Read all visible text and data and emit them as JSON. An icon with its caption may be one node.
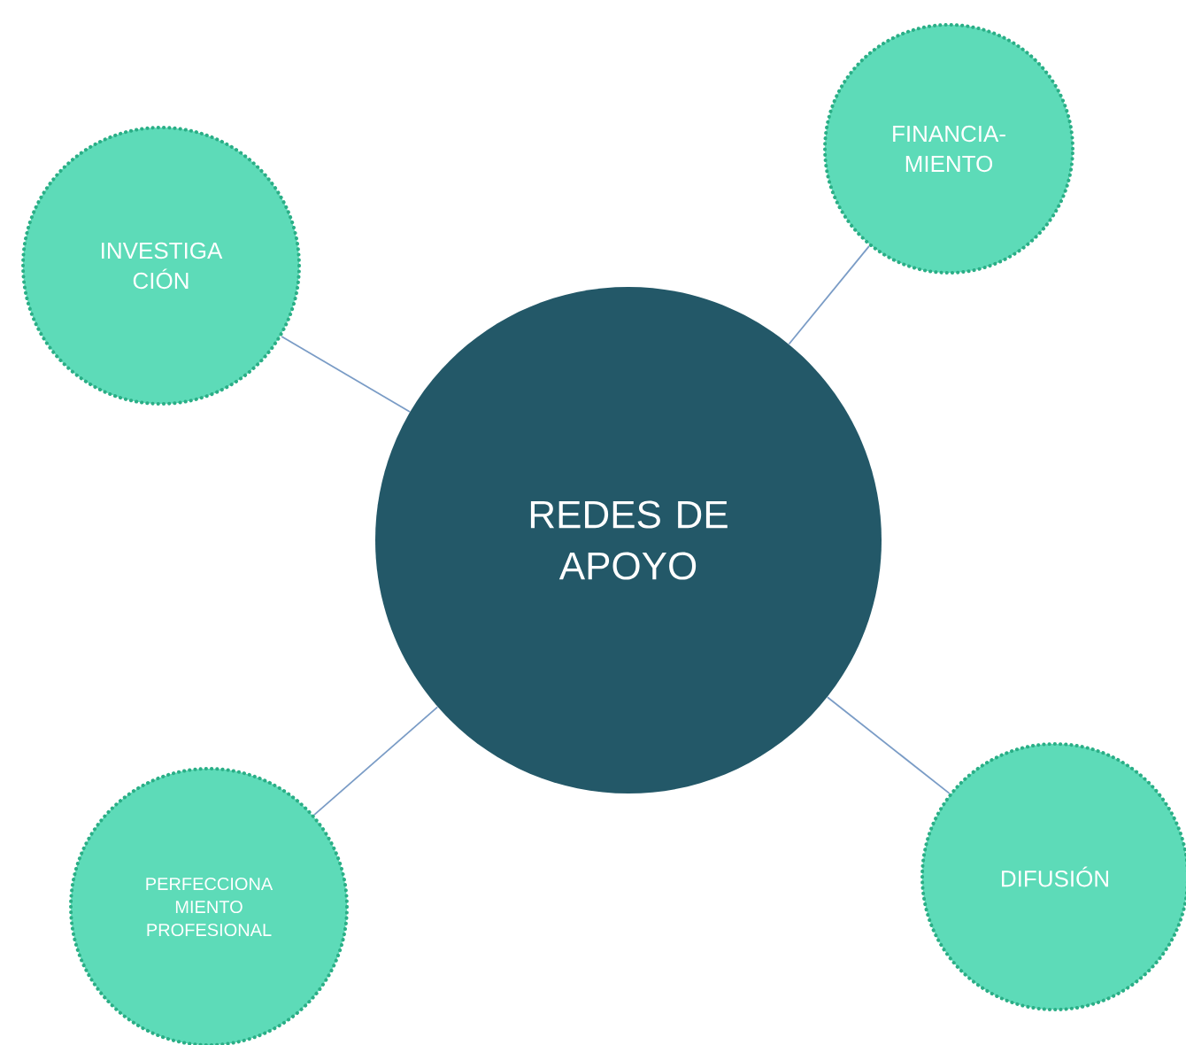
{
  "diagram": {
    "nodes": [
      {
        "text": [
          "REDES DE APOYO"
        ]
      },
      {
        "text": [
          "INVESTIGA CIÓN"
        ]
      },
      {
        "text": [
          "FINANCIA- MIENTO"
        ]
      },
      {
        "text": [
          "PERFECCIONA MIENTO PROFESIONAL"
        ]
      },
      {
        "text": [
          "DIFUSIÓN"
        ]
      }
    ],
    "edges": [
      {
        "from": 1,
        "to": 0,
        "arrow": "none"
      },
      {
        "from": 2,
        "to": 0,
        "arrow": "none"
      },
      {
        "from": 3,
        "to": 0,
        "arrow": "none"
      },
      {
        "from": 4,
        "to": 0,
        "arrow": "none"
      }
    ]
  }
}
